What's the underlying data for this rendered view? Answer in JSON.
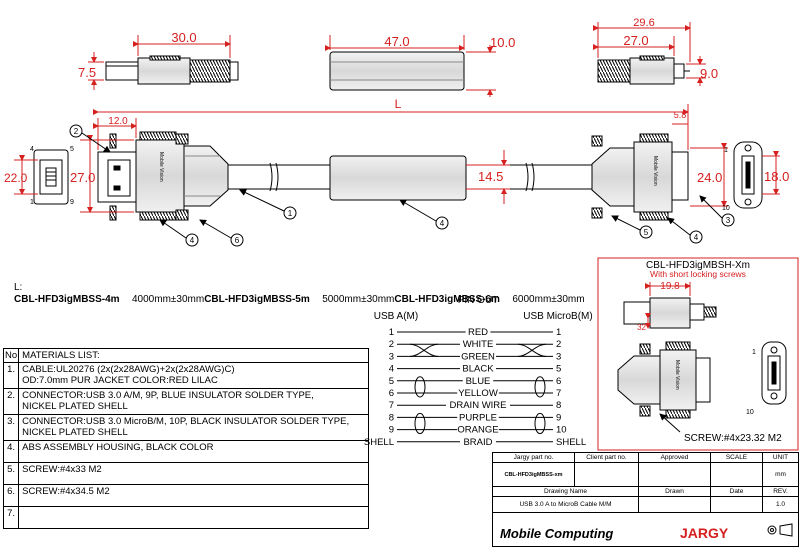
{
  "dims": {
    "plug_len": "30.0",
    "plug_h": "7.5",
    "mid_len": "47.0",
    "mid_h": "10.0",
    "right_total": "29.6",
    "right_len": "27.0",
    "right_h": "9.0",
    "left_offset": "12.0",
    "length_L": "L",
    "right_offset": "5.8",
    "left_face_h": "22.0",
    "left_housing_h": "27.0",
    "cable_dia": "14.5",
    "right_housing_h": "24.0",
    "right_face_h": "18.0",
    "short_len": "19.8",
    "short_h": "32"
  },
  "pin_labels": {
    "usba_top": "4",
    "usba_mid": "5",
    "usba_bot1": "1",
    "usba_bot9": "9",
    "micro_top": "1",
    "micro_bot": "10",
    "short_top": "1",
    "short_bot": "10"
  },
  "callouts": [
    "1",
    "2",
    "3",
    "4",
    "4",
    "4",
    "5",
    "6"
  ],
  "lengths": {
    "heading": "L:",
    "rows": [
      {
        "pn": "CBL-HFD3igMBSS-4m",
        "len": "4000mm±30mm"
      },
      {
        "pn": "CBL-HFD3igMBSS-5m",
        "len": "5000mm±30mm"
      },
      {
        "pn": "CBL-HFD3igMBSS-6m",
        "len": "6000mm±30mm"
      }
    ]
  },
  "pinout": {
    "title": "PIN OUT",
    "left_header": "USB A(M)",
    "right_header": "USB MicroB(M)",
    "rows": [
      {
        "a": "1",
        "name": "RED",
        "b": "1"
      },
      {
        "a": "2",
        "name": "WHITE",
        "b": "2"
      },
      {
        "a": "3",
        "name": "GREEN",
        "b": "3"
      },
      {
        "a": "4",
        "name": "BLACK",
        "b": "5"
      },
      {
        "a": "5",
        "name": "BLUE",
        "b": "6"
      },
      {
        "a": "6",
        "name": "YELLOW",
        "b": "7"
      },
      {
        "a": "7",
        "name": "DRAIN WIRE",
        "b": "8"
      },
      {
        "a": "8",
        "name": "PURPLE",
        "b": "9"
      },
      {
        "a": "9",
        "name": "ORANGE",
        "b": "10"
      },
      {
        "a": "SHELL",
        "name": "BRAID",
        "b": "SHELL"
      }
    ]
  },
  "materials": {
    "header_no": "No",
    "header_title": "MATERIALS LIST:",
    "rows": [
      {
        "no": "1.",
        "text": "CABLE:UL20276 (2x(2x28AWG)+2x(2x28AWG)C)",
        "text2": "OD:7.0mm  PUR JACKET COLOR:RED LILAC"
      },
      {
        "no": "2.",
        "text": "CONNECTOR:USB 3.0 A/M, 9P, BLUE INSULATOR SOLDER TYPE,",
        "text2": "NICKEL PLATED SHELL"
      },
      {
        "no": "3.",
        "text": "CONNECTOR:USB 3.0 MicroB/M, 10P, BLACK INSULATOR SOLDER TYPE,",
        "text2": "NICKEL PLATED SHELL"
      },
      {
        "no": "4.",
        "text": "ABS ASSEMBLY HOUSING, BLACK COLOR",
        "text2": ""
      },
      {
        "no": "5.",
        "text": "SCREW:#4x33 M2",
        "text2": ""
      },
      {
        "no": "6.",
        "text": "SCREW:#4x34.5 M2",
        "text2": ""
      },
      {
        "no": "7.",
        "text": "",
        "text2": ""
      }
    ]
  },
  "variant": {
    "title": "CBL-HFD3igMBSH-Xm",
    "subtitle": "With short locking screws",
    "screw_note": "SCREW:#4x23.32 M2"
  },
  "title_block": {
    "jargy_part_label": "Jargy part no.",
    "client_part_label": "Client part no.",
    "approved_label": "Approved",
    "scale_label": "SCALE",
    "unit_label": "UNIT",
    "part_no": "CBL-HFD3igMBSS-xm",
    "unit_value": "mm",
    "drawing_name_label": "Drawing Name",
    "drawn_label": "Drawn",
    "date_label": "Date",
    "rev_label": "REV.",
    "drawing_name": "USB 3.0 A to MicroB Cable M/M",
    "rev_value": "1.0",
    "brand_left": "Mobile Computing",
    "brand_right": "JARGY",
    "label_housing": "Mobile Vision"
  },
  "colors": {
    "dimension": "#d62020",
    "outline": "#000000",
    "body_fill": "#e6e6e6"
  }
}
